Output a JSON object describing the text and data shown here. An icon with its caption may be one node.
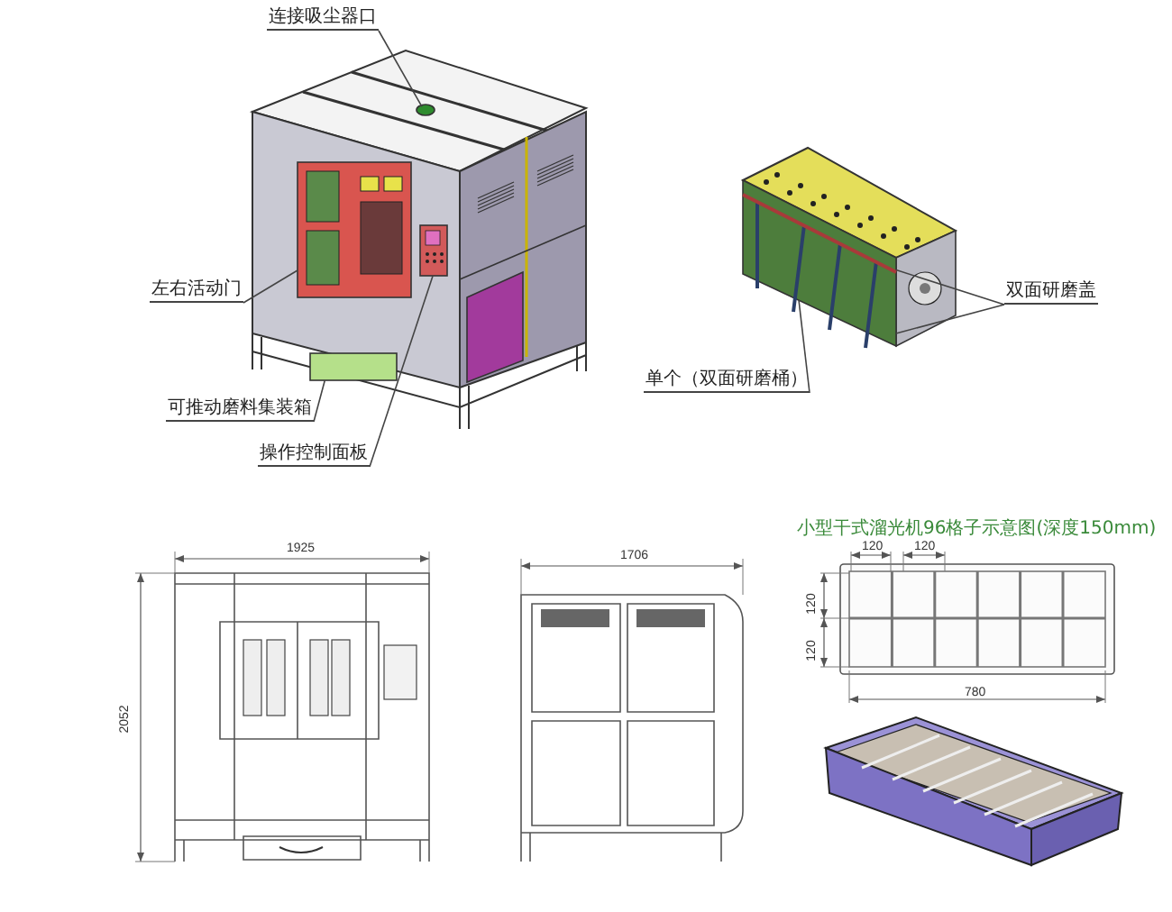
{
  "diagram": {
    "nodes": [
      {
        "text": [
          "连接吸尘器口"
        ]
      },
      {
        "text": [],
        "shape": "circle"
      },
      {
        "text": [
          "左右活动门"
        ]
      },
      {
        "text": [],
        "shape": "box"
      },
      {
        "text": [
          "可推动磨料集装箱"
        ]
      },
      {
        "text": [],
        "shape": "box"
      },
      {
        "text": [
          "操作控制面板"
        ]
      },
      {
        "text": [],
        "shape": "box"
      },
      {
        "text": [
          "双面研磨盖"
        ]
      },
      {
        "text": [],
        "shape": "box"
      },
      {
        "text": [
          "单个（双面研磨桶）"
        ]
      },
      {
        "text": [],
        "shape": "box"
      }
    ],
    "edges": [
      {
        "from": 0,
        "to": 1,
        "arrow": "none"
      },
      {
        "from": 2,
        "to": 3,
        "arrow": "none"
      },
      {
        "from": 4,
        "to": 5,
        "arrow": "none"
      },
      {
        "from": 6,
        "to": 7,
        "arrow": "none"
      },
      {
        "from": 8,
        "to": 9,
        "arrow": "none"
      },
      {
        "from": 8,
        "to": 9,
        "arrow": "none"
      },
      {
        "from": 10,
        "to": 11,
        "arrow": "none"
      }
    ],
    "labels": [
      "1925",
      "1706",
      "2052",
      "小型干式溜光机96格子示意图(深度150mm)",
      "120",
      "120",
      "120",
      "120",
      "780"
    ]
  }
}
